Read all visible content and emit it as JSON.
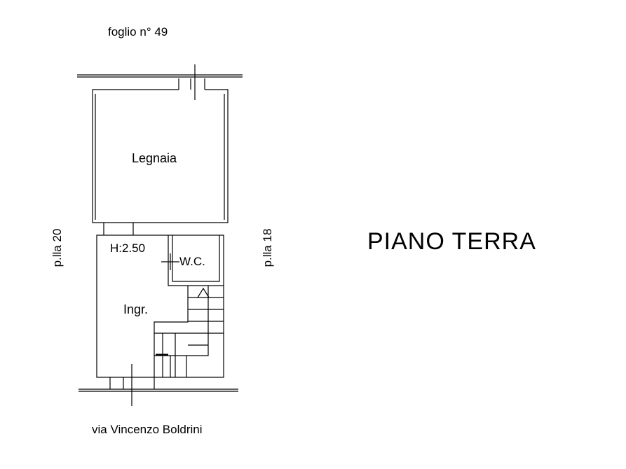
{
  "sheet": {
    "label": "foglio  n° 49"
  },
  "rooms": {
    "legnaia": "Legnaia",
    "height": "H:2.50",
    "wc": "W.C.",
    "entrance": "Ingr."
  },
  "parcels": {
    "left": "p.lla 20",
    "right": "p.lla 18"
  },
  "floor_title": "PIANO  TERRA",
  "street": "via Vincenzo Boldrini"
}
